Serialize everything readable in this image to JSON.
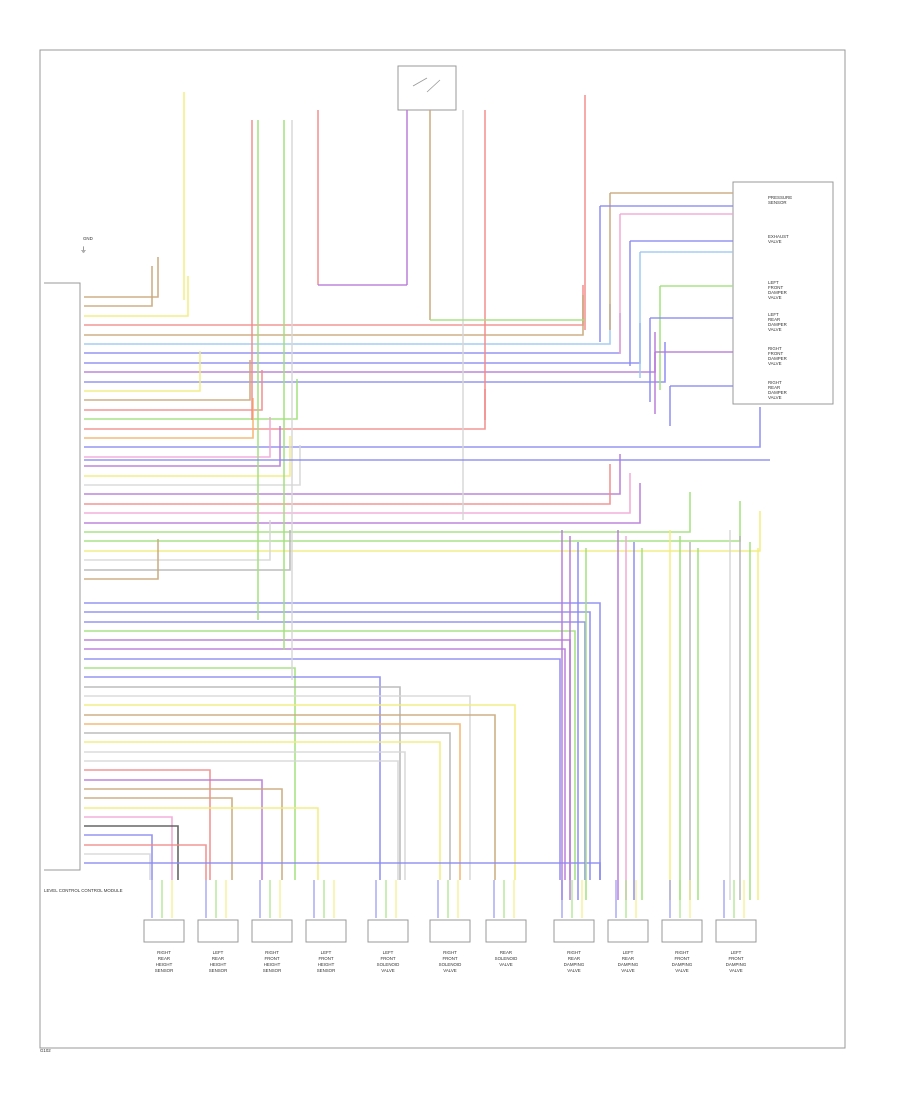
{
  "connector_labels": {
    "control_module_title": "LEVEL CONTROL CONTROL MODULE",
    "ground_point": "G102",
    "ref_ground_tag": "GND"
  },
  "wire_colors": {
    "brown": "#c9a77a",
    "yellow": "#f2ec7a",
    "red": "#f28a8a",
    "blue": "#8a8af2",
    "violet": "#b879d8",
    "green": "#9fe07a",
    "orange": "#f4b46a",
    "white": "#d6d6d6",
    "gray": "#b5b5b5",
    "pink": "#f2a6d6",
    "black": "#555555",
    "lightblue": "#9cc6f2"
  },
  "bottom_components": [
    "RIGHT REAR HEIGHT SENSOR",
    "LEFT REAR HEIGHT SENSOR",
    "RIGHT FRONT HEIGHT SENSOR",
    "LEFT FRONT HEIGHT SENSOR",
    "LEFT FRONT SOLENOID VALVE",
    "RIGHT FRONT SOLENOID VALVE",
    "REAR SOLENOID VALVE",
    "RIGHT REAR DAMPING VALVE",
    "LEFT REAR DAMPING VALVE",
    "RIGHT FRONT DAMPING VALVE",
    "LEFT FRONT DAMPING VALVE"
  ],
  "right_components": [
    "PRESSURE SENSOR",
    "EXHAUST VALVE",
    "LEFT FRONT DAMPER VALVE",
    "LEFT REAR DAMPER VALVE",
    "RIGHT FRONT DAMPER VALVE",
    "RIGHT REAR DAMPER VALVE"
  ]
}
